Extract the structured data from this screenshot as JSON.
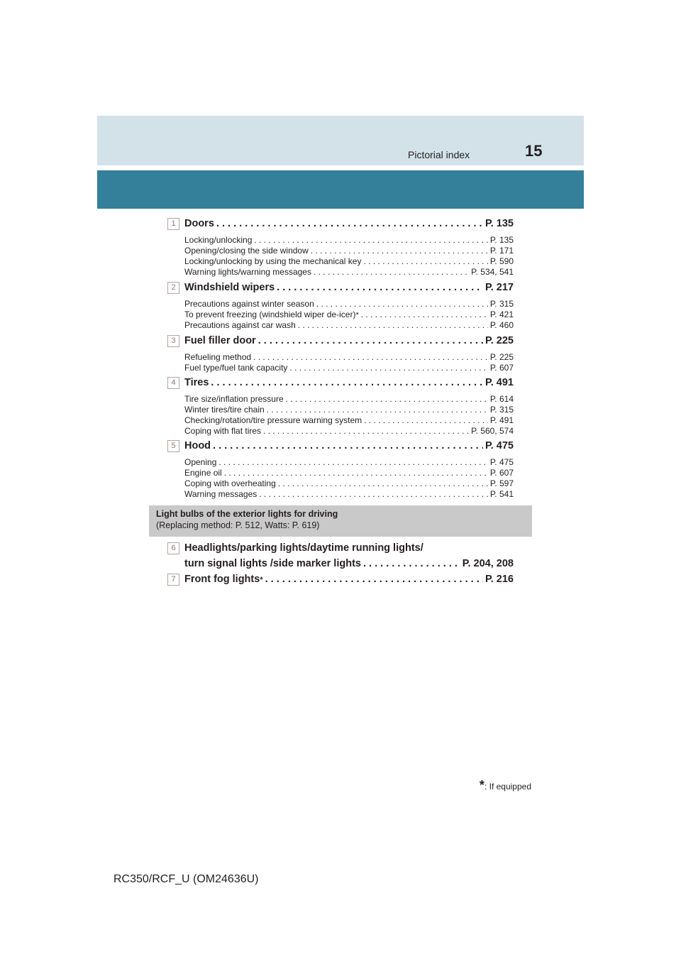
{
  "header": {
    "title": "Pictorial index",
    "page_number": "15"
  },
  "sections": [
    {
      "num": "1",
      "title": "Doors",
      "page": "P. 135",
      "items": [
        {
          "label": "Locking/unlocking",
          "page": "P. 135"
        },
        {
          "label": "Opening/closing the side window",
          "page": "P. 171"
        },
        {
          "label": "Locking/unlocking by using the mechanical key",
          "page": "P. 590"
        },
        {
          "label": "Warning lights/warning messages",
          "page": "P. 534, 541"
        }
      ]
    },
    {
      "num": "2",
      "title": "Windshield wipers",
      "page": "P. 217",
      "items": [
        {
          "label": "Precautions against winter season",
          "page": "P. 315"
        },
        {
          "label": "To prevent freezing (windshield wiper de-icer)",
          "page": "P. 421"
        },
        {
          "label": "Precautions against car wash",
          "page": "P. 460"
        }
      ]
    },
    {
      "num": "3",
      "title": "Fuel filler door",
      "page": "P. 225",
      "items": [
        {
          "label": "Refueling method",
          "page": "P. 225"
        },
        {
          "label": "Fuel type/fuel tank capacity",
          "page": "P. 607"
        }
      ]
    },
    {
      "num": "4",
      "title": "Tires",
      "page": "P. 491",
      "items": [
        {
          "label": "Tire size/inflation pressure",
          "page": "P. 614"
        },
        {
          "label": "Winter tires/tire chain",
          "page": "P. 315"
        },
        {
          "label": "Checking/rotation/tire pressure warning system",
          "page": "P. 491"
        },
        {
          "label": "Coping with flat tires",
          "page": "P. 560, 574"
        }
      ]
    },
    {
      "num": "5",
      "title": "Hood",
      "page": "P. 475",
      "items": [
        {
          "label": "Opening",
          "page": "P. 475"
        },
        {
          "label": "Engine oil",
          "page": "P. 607"
        },
        {
          "label": "Coping with overheating",
          "page": "P. 597"
        },
        {
          "label": "Warning messages",
          "page": "P. 541"
        }
      ]
    }
  ],
  "lights_band": {
    "title": "Light bulbs of the exterior lights for driving",
    "subtitle": "(Replacing method: P. 512, Watts: P. 619)"
  },
  "light_sections": [
    {
      "num": "6",
      "title_line1": "Headlights/parking lights/daytime running lights/",
      "title_line2": "turn signal lights /side marker lights",
      "page": "P. 204, 208"
    },
    {
      "num": "7",
      "title": "Front fog lights",
      "page": "P. 216"
    }
  ],
  "footnote": {
    "star": "*",
    "text": ": If equipped"
  },
  "model_code": "RC350/RCF_U (OM24636U)"
}
